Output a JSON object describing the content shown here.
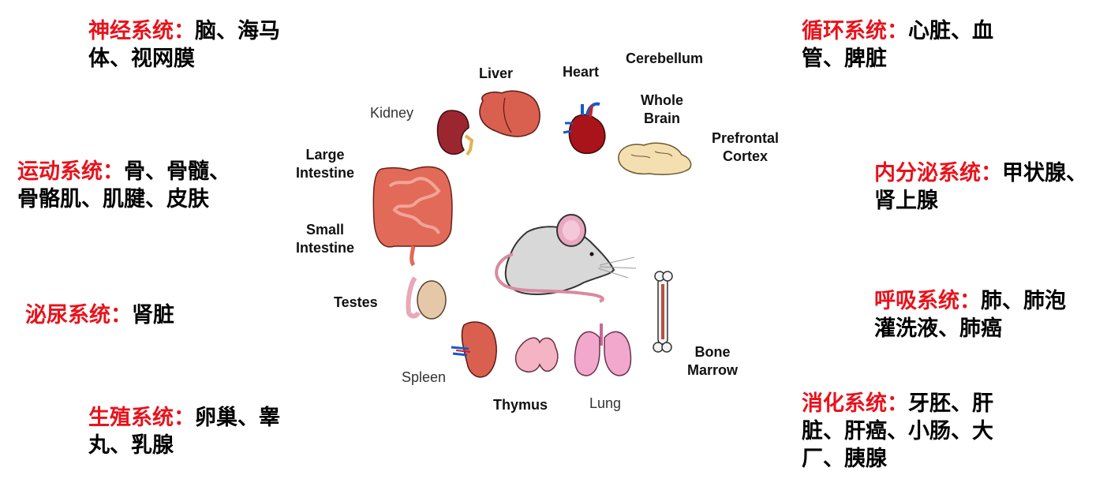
{
  "systems": {
    "nervous": {
      "title": "神经系统：",
      "l1": "脑、海马",
      "l2": "体、视网膜"
    },
    "motor": {
      "title": "运动系统：",
      "l1": "骨、骨髓、",
      "l2": "骨骼肌、肌腱、皮肤"
    },
    "urinary": {
      "title": "泌尿系统：",
      "l1": "肾脏"
    },
    "reproductive": {
      "title": "生殖系统：",
      "l1": "卵巢、睾",
      "l2": "丸、乳腺"
    },
    "circulatory": {
      "title": "循环系统：",
      "l1": "心脏、血",
      "l2": "管、脾脏"
    },
    "endocrine": {
      "title": "内分泌系统：",
      "l1": "甲状腺、",
      "l2": "肾上腺"
    },
    "respiratory": {
      "title": "呼吸系统：",
      "l1": "肺、肺泡",
      "l2": "灌洗液、肺癌"
    },
    "digestive": {
      "title": "消化系统：",
      "l1": "牙胚、肝",
      "l2": "脏、肝癌、小肠、大",
      "l3": "厂、胰腺"
    }
  },
  "organs": {
    "liver": "Liver",
    "heart": "Heart",
    "cerebellum": "Cerebellum",
    "whole1": "Whole",
    "whole2": "Brain",
    "kidney": "Kidney",
    "pfc1": "Prefrontal",
    "pfc2": "Cortex",
    "large1": "Large",
    "large2": "Intestine",
    "small1": "Small",
    "small2": "Intestine",
    "testes": "Testes",
    "bone1": "Bone",
    "bone2": "Marrow",
    "spleen": "Spleen",
    "thymus": "Thymus",
    "lung": "Lung"
  },
  "colors": {
    "title_red": "#e8121b",
    "organ_red": "#d9604f",
    "heart_red": "#a8141a",
    "mouse_gray": "#d8d8d8"
  }
}
